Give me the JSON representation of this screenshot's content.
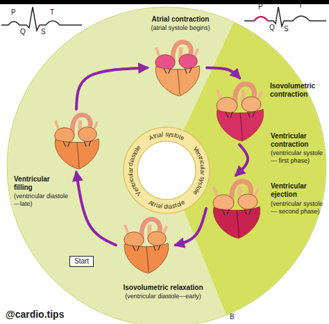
{
  "diagram": {
    "nodes": [
      {
        "text": [
          "Atrial contraction",
          "(atrial systole begins)"
        ]
      },
      {
        "text": [
          "Isovolumetric contraction"
        ]
      },
      {
        "text": [
          "Ventricular ejection",
          "(ventricular systole— second phase)"
        ]
      },
      {
        "text": [
          "Isovolumetric relaxation",
          "(ventricular diastole—early)"
        ]
      },
      {
        "text": [
          "Ventricular filling",
          "(ventricular diastole—late)"
        ]
      },
      {
        "text": [
          "Start"
        ]
      }
    ],
    "edges": [
      {
        "from": 0,
        "to": 1,
        "arrow": "to"
      },
      {
        "from": 1,
        "to": 2,
        "arrow": "to"
      },
      {
        "from": 2,
        "to": 3,
        "arrow": "to"
      },
      {
        "from": 3,
        "to": 4,
        "arrow": "to"
      },
      {
        "from": 4,
        "to": 0,
        "arrow": "to"
      }
    ],
    "labels": [
      "P",
      "T",
      "Q",
      "S",
      "P",
      "T",
      "Q",
      "S",
      "Ventricular contraction",
      "(ventricular systole— first phase)",
      "Atrial systole",
      "Ventricular systole",
      "Atrial diastole",
      "Ventricular diastole",
      "@cardio.tips",
      "B"
    ]
  }
}
